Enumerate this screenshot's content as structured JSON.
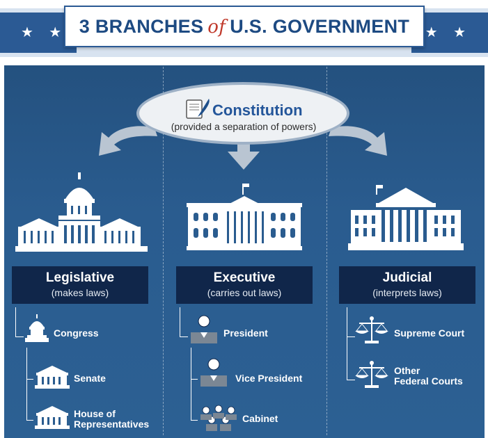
{
  "header": {
    "title_pre": "3 BRANCHES",
    "title_of": "of",
    "title_post": "U.S. GOVERNMENT",
    "stars_left": "★ ★",
    "stars_right": "★ ★"
  },
  "constitution": {
    "title": "Constitution",
    "subtitle": "(provided a separation of powers)"
  },
  "branches": [
    {
      "name": "Legislative",
      "description": "(makes laws)",
      "items": [
        "Congress",
        "Senate",
        "House of Representatives"
      ],
      "item_lines": [
        [
          "Congress"
        ],
        [
          "Senate"
        ],
        [
          "House of",
          "Representatives"
        ]
      ]
    },
    {
      "name": "Executive",
      "description": "(carries out laws)",
      "items": [
        "President",
        "Vice President",
        "Cabinet"
      ],
      "item_lines": [
        [
          "President"
        ],
        [
          "Vice President"
        ],
        [
          "Cabinet"
        ]
      ]
    },
    {
      "name": "Judicial",
      "description": "(interprets laws)",
      "items": [
        "Supreme Court",
        "Other Federal Courts"
      ],
      "item_lines": [
        [
          "Supreme Court"
        ],
        [
          "Other",
          "Federal Courts"
        ]
      ]
    }
  ],
  "colors": {
    "header_text": "#1d4a82",
    "of_text": "#c0392b",
    "panel": "#2a5c8f",
    "branch_box": "#10264a",
    "constitution_text": "#24569a"
  }
}
